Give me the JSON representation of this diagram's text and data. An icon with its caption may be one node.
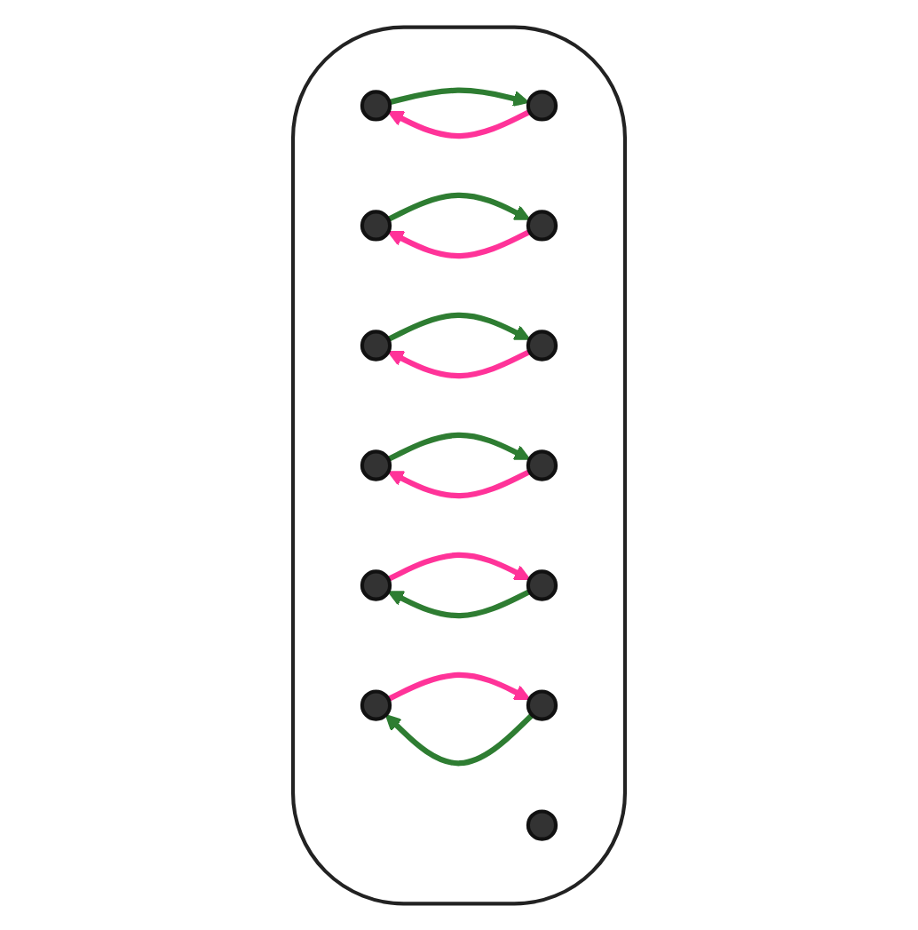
{
  "diagram": {
    "nodes": [
      {
        "text": [],
        "shape": "cloud"
      },
      {
        "text": [],
        "shape": "circle",
        "in": 0
      },
      {
        "text": [],
        "shape": "circle",
        "in": 0
      },
      {
        "text": [],
        "shape": "circle",
        "in": 0
      },
      {
        "text": [],
        "shape": "circle",
        "in": 0
      },
      {
        "text": [],
        "shape": "circle",
        "in": 0
      },
      {
        "text": [],
        "shape": "circle",
        "in": 0
      },
      {
        "text": [],
        "shape": "circle",
        "in": 0
      },
      {
        "text": [],
        "shape": "circle",
        "in": 0
      },
      {
        "text": [],
        "shape": "circle",
        "in": 0
      },
      {
        "text": [],
        "shape": "circle",
        "in": 0
      },
      {
        "text": [],
        "shape": "circle",
        "in": 0
      },
      {
        "text": [],
        "shape": "circle",
        "in": 0
      },
      {
        "text": [],
        "shape": "circle",
        "in": 0
      }
    ],
    "edges": [
      {
        "from": 2,
        "to": 1,
        "arrow": "to",
        "color": "#ff3399"
      },
      {
        "from": 1,
        "to": 2,
        "arrow": "to",
        "color": "#2e7d32"
      },
      {
        "from": 8,
        "to": 4,
        "arrow": "to",
        "color": "#2e7d32"
      },
      {
        "from": 4,
        "to": 8,
        "arrow": "to",
        "color": "#ff3399"
      },
      {
        "from": 10,
        "to": 6,
        "arrow": "to",
        "color": "#2e7d32"
      },
      {
        "from": 6,
        "to": 10,
        "arrow": "to",
        "color": "#ff3399"
      },
      {
        "from": 5,
        "to": 7,
        "arrow": "to",
        "color": "#2e7d32"
      },
      {
        "from": 7,
        "to": 5,
        "arrow": "to",
        "color": "#ff3399"
      },
      {
        "from": 9,
        "to": 12,
        "arrow": "to",
        "color": "#ff3399"
      },
      {
        "from": 12,
        "to": 9,
        "arrow": "to",
        "color": "#2e7d32"
      },
      {
        "from": 11,
        "to": 13,
        "arrow": "to",
        "color": "#ff3399"
      },
      {
        "from": 13,
        "to": 11,
        "arrow": "to",
        "color": "#2e7d32"
      }
    ]
  }
}
